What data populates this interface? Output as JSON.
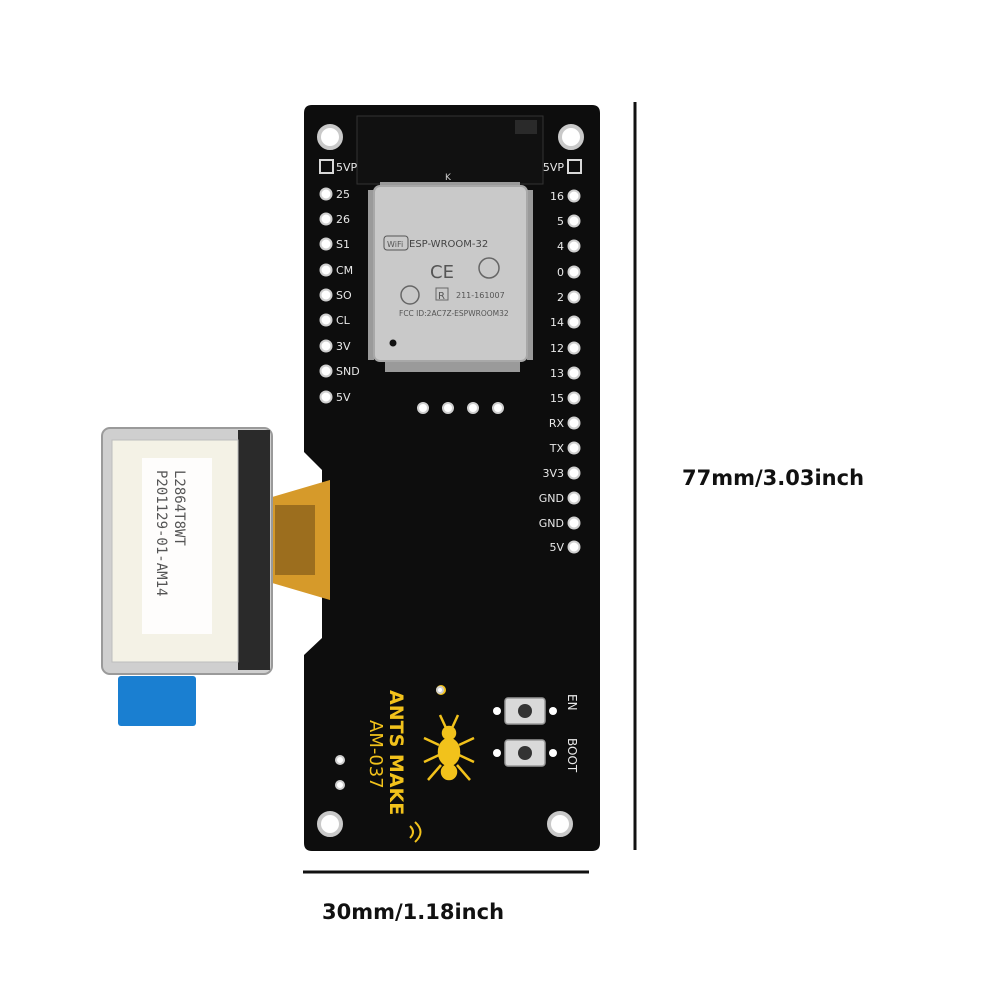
{
  "module": {
    "shield_text": "ESP-WROOM-32",
    "wifi_badge": "WiFi",
    "cert_code": "211-161007",
    "fcc_id": "FCC ID:2AC7Z-ESPWROOM32",
    "antenna_mark": "K",
    "cert_marks": [
      "CE",
      "R"
    ]
  },
  "left_pins": [
    "5VP",
    "25",
    "26",
    "S1",
    "CM",
    "SO",
    "CL",
    "3V",
    "SND",
    "5V"
  ],
  "right_pins": [
    "5VP",
    "16",
    "5",
    "4",
    "0",
    "2",
    "14",
    "12",
    "13",
    "15",
    "RX",
    "TX",
    "3V3",
    "GND",
    "GND",
    "5V"
  ],
  "oled": {
    "label_lines": [
      "L2864T8WT",
      "P201129-01-AM14"
    ]
  },
  "buttons": {
    "en_label": "EN",
    "boot_label": "BOOT"
  },
  "brand": {
    "name": "ANTS MAKE",
    "model": "AM-037"
  },
  "dimensions": {
    "width": "30mm/1.18inch",
    "height": "77mm/3.03inch"
  },
  "colors": {
    "pcb": "#0d0d0d",
    "silk_yellow": "#f2c21b",
    "shield": "#c9c9c9",
    "flex": "#d69a2a",
    "blue_tape": "#1a7fd1"
  }
}
